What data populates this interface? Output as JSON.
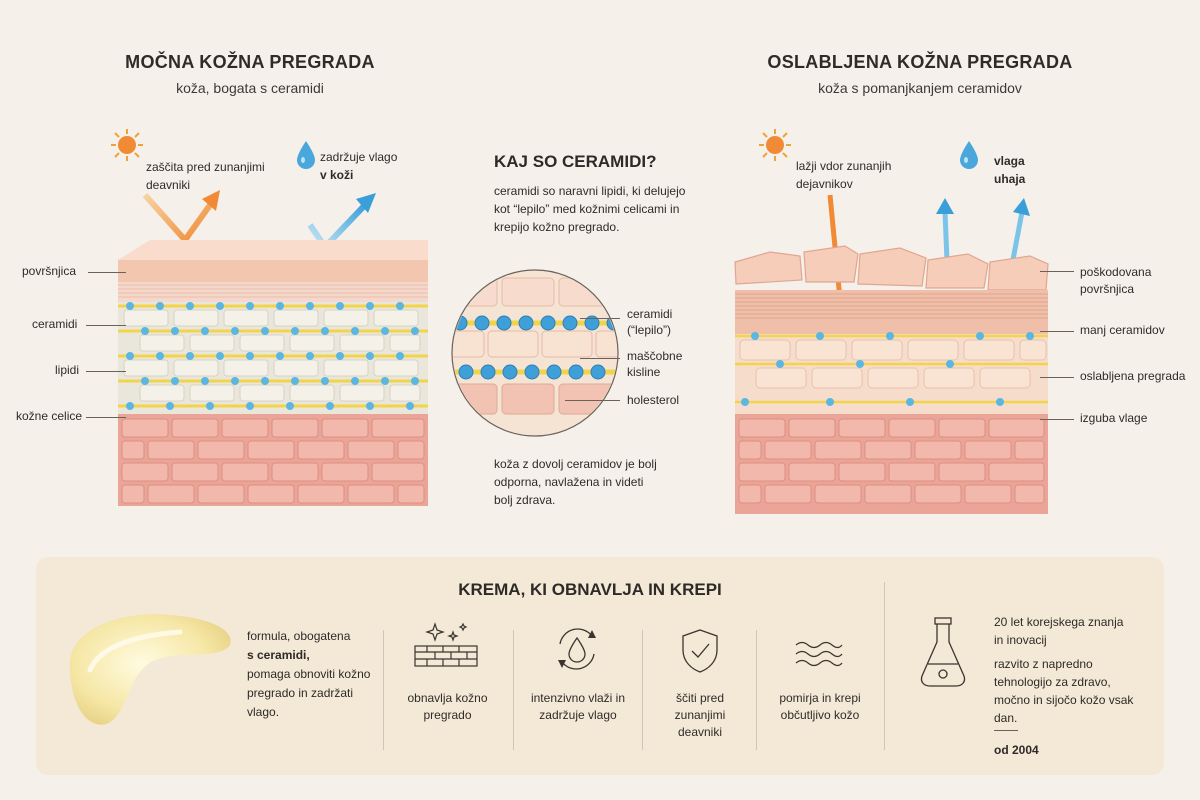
{
  "colors": {
    "background": "#f5f0ea",
    "panel": "#f3e9d6",
    "orange_arrow": "#f08a34",
    "blue_arrow": "#4aa7dc",
    "skin_top": "#f3c6b0",
    "skin_bottom": "#eaa598",
    "lipid_yellow": "#f2d44a",
    "ceramide_blue": "#5bb7e2"
  },
  "left": {
    "title": "MOČNA KOŽNA PREGRADA",
    "subtitle": "koža, bogata s ceramidi",
    "sun_text": "zaščita pred zunanjimi deavniki",
    "drop_text_line1": "zadržuje vlago",
    "drop_text_line2": "v koži",
    "labels": [
      "površnjica",
      "ceramidi",
      "lipidi",
      "kožne celice"
    ]
  },
  "center": {
    "title": "KAJ SO CERAMIDI?",
    "description": "ceramidi so naravni lipidi, ki delujejo kot “lepilo” med kožnimi celicami in krepijo kožno pregrado.",
    "labels": [
      "ceramidi (“lepilo”)",
      "maščobne kisline",
      "holesterol"
    ],
    "footer": "koža z dovolj ceramidov je bolj odporna, navlažena in videti bolj zdrava."
  },
  "right": {
    "title": "OSLABLJENA KOŽNA PREGRADA",
    "subtitle": "koža s pomanjkanjem ceramidov",
    "sun_text": "lažji vdor zunanjih dejavnikov",
    "drop_text": "vlaga uhaja",
    "labels": [
      "poškodovana površnjica",
      "manj ceramidov",
      "oslabljena pregrada",
      "izguba vlage"
    ]
  },
  "bottom": {
    "title": "KREMA, KI OBNAVLJA IN KREPI",
    "formula_line1": "formula, obogatena",
    "formula_line2": "s ceramidi,",
    "formula_line3": "pomaga obnoviti kožno pregrado in zadržati vlago.",
    "features": [
      {
        "icon": "brick-sparkle-icon",
        "text": "obnavlja kožno pregrado"
      },
      {
        "icon": "drop-cycle-icon",
        "text": "intenzivno vlaži in zadržuje vlago"
      },
      {
        "icon": "shield-check-icon",
        "text": "ščiti pred zunanjimi deavniki"
      },
      {
        "icon": "wave-icon",
        "text": "pomirja in krepi občutljivo kožo"
      }
    ],
    "heritage_title": "20 let korejskega znanja in inovacij",
    "heritage_text": "razvito z napredno tehnologijo za zdravo, močno in sijočo kožo vsak dan.",
    "since": "od 2004"
  }
}
